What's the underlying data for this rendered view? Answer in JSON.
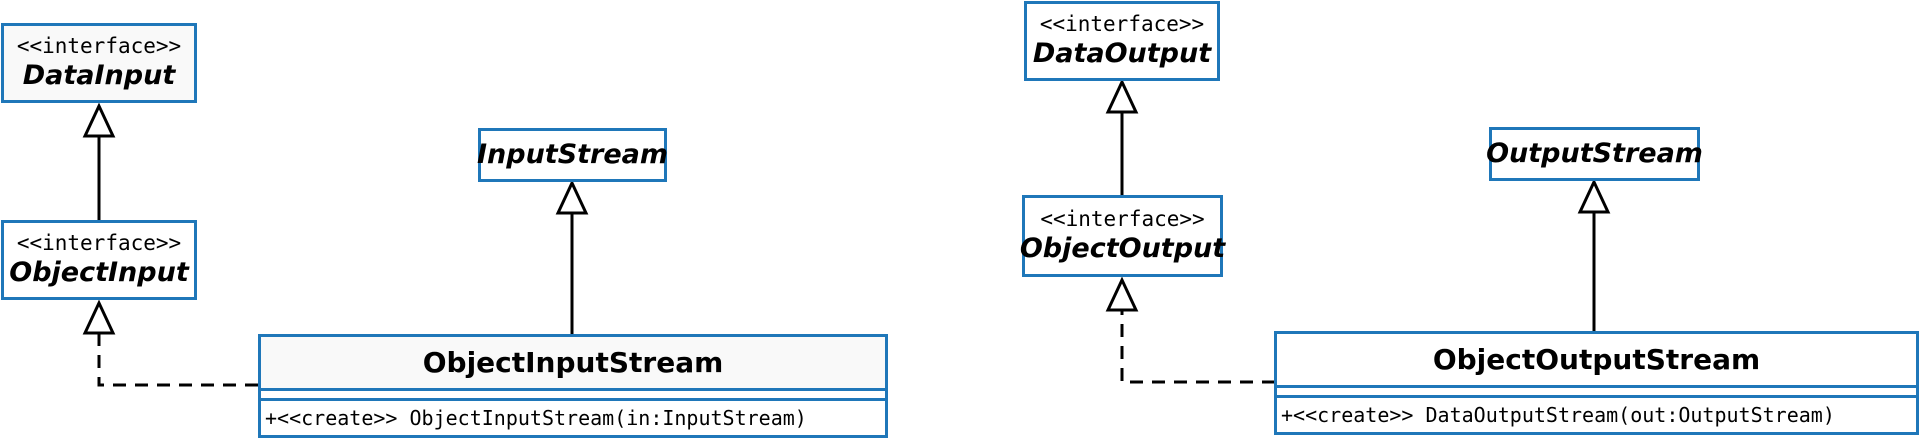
{
  "diagram": {
    "left": {
      "data_input": {
        "stereotype": "<<interface>>",
        "name": "DataInput"
      },
      "object_input": {
        "stereotype": "<<interface>>",
        "name": "ObjectInput"
      },
      "input_stream": {
        "name": "InputStream"
      },
      "object_input_stream": {
        "name": "ObjectInputStream",
        "operation": "+<<create>> ObjectInputStream(in:InputStream)"
      }
    },
    "right": {
      "data_output": {
        "stereotype": "<<interface>>",
        "name": "DataOutput"
      },
      "object_output": {
        "stereotype": "<<interface>>",
        "name": "ObjectOutput"
      },
      "output_stream": {
        "name": "OutputStream"
      },
      "object_output_stream": {
        "name": "ObjectOutputStream",
        "operation": "+<<create>> DataOutputStream(out:OutputStream)"
      }
    },
    "colors": {
      "border": "#1f77b9",
      "line": "#000000"
    }
  }
}
